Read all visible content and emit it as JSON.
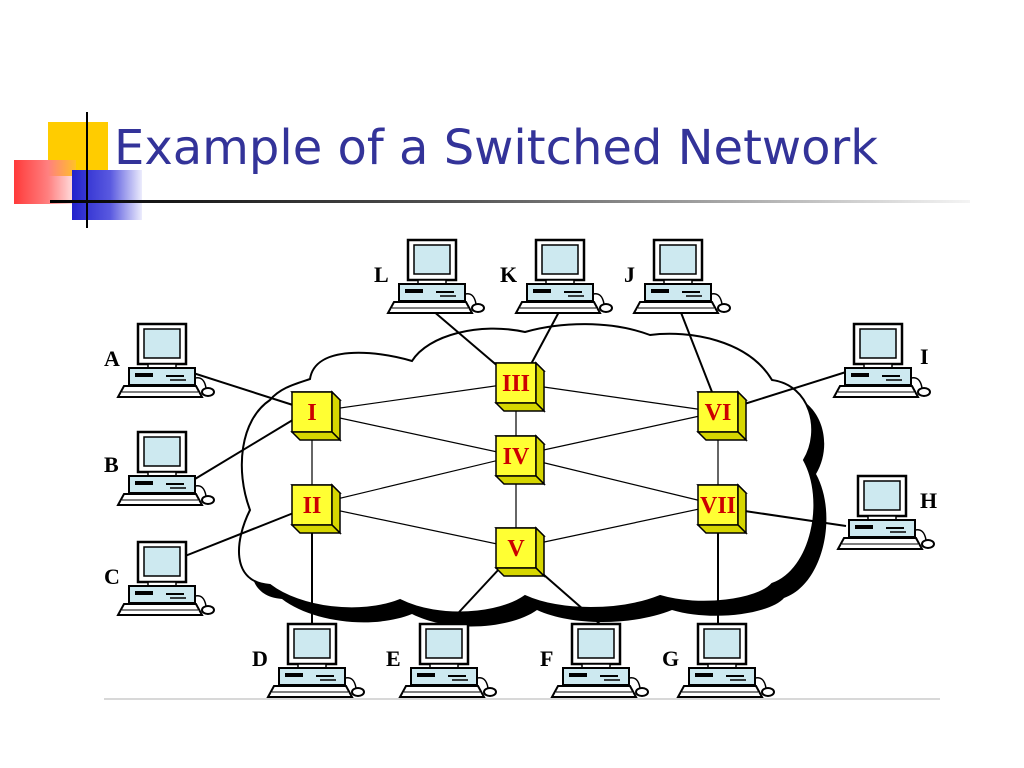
{
  "slide": {
    "title": "Example of a Switched Network"
  },
  "diagram": {
    "nodes": [
      {
        "id": "A",
        "label": "A"
      },
      {
        "id": "B",
        "label": "B"
      },
      {
        "id": "C",
        "label": "C"
      },
      {
        "id": "D",
        "label": "D"
      },
      {
        "id": "E",
        "label": "E"
      },
      {
        "id": "F",
        "label": "F"
      },
      {
        "id": "G",
        "label": "G"
      },
      {
        "id": "H",
        "label": "H"
      },
      {
        "id": "I",
        "label": "I"
      },
      {
        "id": "J",
        "label": "J"
      },
      {
        "id": "K",
        "label": "K"
      },
      {
        "id": "L",
        "label": "L"
      }
    ],
    "switches": [
      {
        "id": "I",
        "label": "I"
      },
      {
        "id": "II",
        "label": "II"
      },
      {
        "id": "III",
        "label": "III"
      },
      {
        "id": "IV",
        "label": "IV"
      },
      {
        "id": "V",
        "label": "V"
      },
      {
        "id": "VI",
        "label": "VI"
      },
      {
        "id": "VII",
        "label": "VII"
      }
    ],
    "links": [
      [
        "I",
        "III"
      ],
      [
        "I",
        "IV"
      ],
      [
        "I",
        "II"
      ],
      [
        "II",
        "IV"
      ],
      [
        "II",
        "V"
      ],
      [
        "III",
        "VI"
      ],
      [
        "IV",
        "VI"
      ],
      [
        "IV",
        "VII"
      ],
      [
        "IV",
        "III"
      ],
      [
        "IV",
        "V"
      ],
      [
        "V",
        "VII"
      ],
      [
        "VI",
        "VII"
      ]
    ],
    "access": [
      [
        "A",
        "I"
      ],
      [
        "B",
        "I"
      ],
      [
        "C",
        "II"
      ],
      [
        "D",
        "II"
      ],
      [
        "E",
        "V"
      ],
      [
        "F",
        "V"
      ],
      [
        "G",
        "VII"
      ],
      [
        "H",
        "VII"
      ],
      [
        "I",
        "VI"
      ],
      [
        "J",
        "VI"
      ],
      [
        "K",
        "III"
      ],
      [
        "L",
        "III"
      ]
    ],
    "colors": {
      "title": "#333399",
      "switch_fill": "#ffff33",
      "switch_label": "#cc0000",
      "screen": "#cde9f0"
    }
  }
}
